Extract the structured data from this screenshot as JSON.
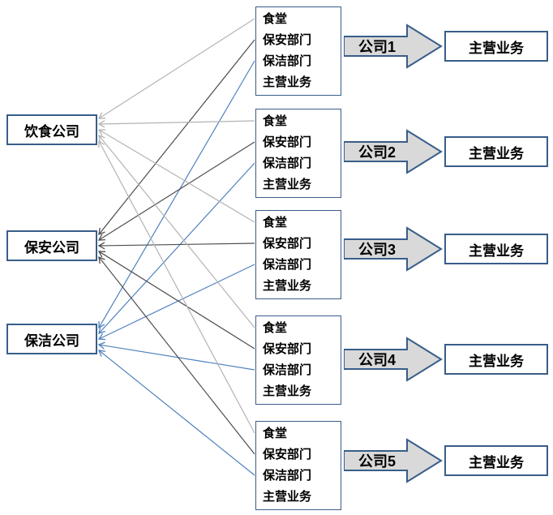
{
  "diagram": {
    "left_companies": [
      {
        "label": "饮食公司"
      },
      {
        "label": "保安公司"
      },
      {
        "label": "保洁公司"
      }
    ],
    "box_items": [
      "食堂",
      "保安部门",
      "保洁部门",
      "主营业务"
    ],
    "groups": [
      {
        "arrow_label": "公司1",
        "output_label": "主营业务"
      },
      {
        "arrow_label": "公司2",
        "output_label": "主营业务"
      },
      {
        "arrow_label": "公司3",
        "output_label": "主营业务"
      },
      {
        "arrow_label": "公司4",
        "output_label": "主营业务"
      },
      {
        "arrow_label": "公司5",
        "output_label": "主营业务"
      }
    ],
    "connections": [
      {
        "group": 0,
        "row": 0,
        "company": 0
      },
      {
        "group": 0,
        "row": 1,
        "company": 1
      },
      {
        "group": 0,
        "row": 2,
        "company": 2
      },
      {
        "group": 1,
        "row": 0,
        "company": 0
      },
      {
        "group": 1,
        "row": 1,
        "company": 1
      },
      {
        "group": 1,
        "row": 2,
        "company": 2
      },
      {
        "group": 2,
        "row": 0,
        "company": 0
      },
      {
        "group": 2,
        "row": 1,
        "company": 1
      },
      {
        "group": 2,
        "row": 2,
        "company": 2
      },
      {
        "group": 3,
        "row": 0,
        "company": 0
      },
      {
        "group": 3,
        "row": 1,
        "company": 1
      },
      {
        "group": 3,
        "row": 2,
        "company": 2
      },
      {
        "group": 4,
        "row": 0,
        "company": 0
      },
      {
        "group": 4,
        "row": 1,
        "company": 1
      },
      {
        "group": 4,
        "row": 2,
        "company": 2
      }
    ],
    "colors": {
      "box_border": "#385d8a",
      "arrow_fill": "#d9d9d9",
      "arrow_border": "#385d8a",
      "row_line_colors": [
        "#b3b3b3",
        "#4d4d4d",
        "#4f81bd"
      ]
    }
  }
}
